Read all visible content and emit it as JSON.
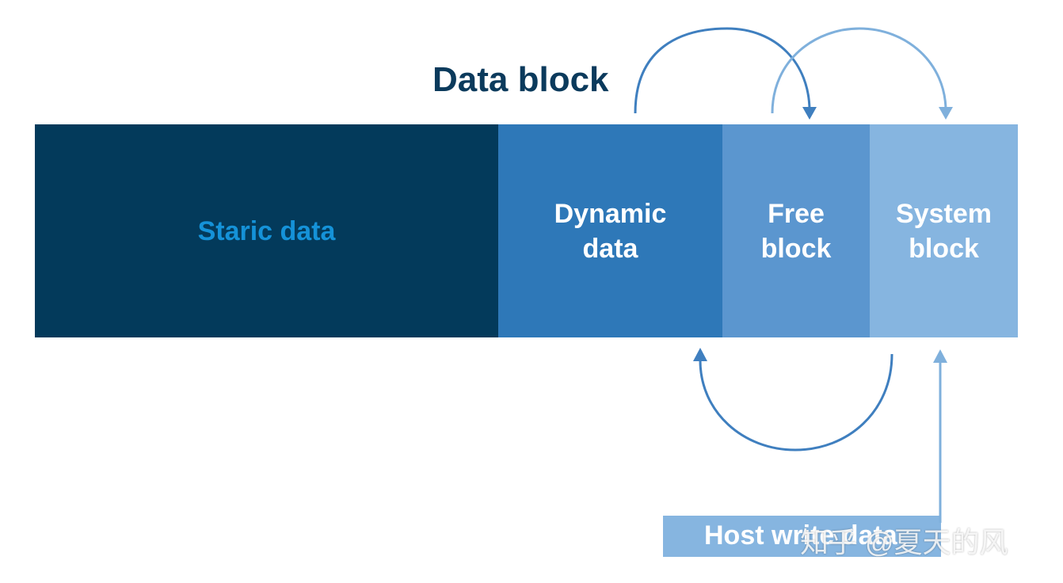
{
  "title": "Data block",
  "segments": {
    "static": {
      "label": "Staric data"
    },
    "dynamic": {
      "line1": "Dynamic",
      "line2": "data"
    },
    "free": {
      "line1": "Free",
      "line2": "block"
    },
    "system": {
      "line1": "System",
      "line2": "block"
    }
  },
  "host": {
    "label": "Host write data"
  },
  "watermark": "知乎 @夏天的风",
  "colors": {
    "title": "#0b3a5c",
    "static_bg": "#033a5b",
    "static_text": "#1592d8",
    "dynamic_bg": "#2e78b8",
    "free_bg": "#5b96cf",
    "system_bg": "#86b5e0",
    "arrow_dark": "#3f7fbf",
    "arrow_light": "#7fb0dc"
  },
  "arrows": [
    {
      "name": "dynamic-to-free-arrow",
      "from": "Dynamic data",
      "to": "Free block"
    },
    {
      "name": "free-to-system-arrow",
      "from": "Free block",
      "to": "System block"
    },
    {
      "name": "system-to-dynamic-arrow",
      "from": "System block",
      "to": "Dynamic data"
    },
    {
      "name": "host-to-system-arrow",
      "from": "Host write data",
      "to": "System block"
    }
  ]
}
